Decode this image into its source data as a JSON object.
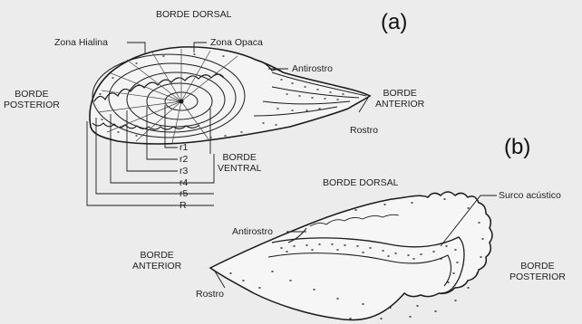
{
  "panel_a": {
    "tag": "(a)",
    "labels": {
      "dorsal": "BORDE DORSAL",
      "hyaline": "Zona Hialina",
      "opaque": "Zona Opaca",
      "antirostrum": "Antirostro",
      "posterior": "BORDE\nPOSTERIOR",
      "anterior": "BORDE\nANTERIOR",
      "rostrum": "Rostro",
      "ventral": "BORDE\nVENTRAL",
      "rings": [
        "r1",
        "r2",
        "r3",
        "r4",
        "r5",
        "R"
      ]
    }
  },
  "panel_b": {
    "tag": "(b)",
    "labels": {
      "dorsal": "BORDE DORSAL",
      "sulcus": "Surco acústico",
      "antirostrum": "Antirostro",
      "anterior": "BORDE\nANTERIOR",
      "posterior": "BORDE\nPOSTERIOR",
      "rostrum": "Rostro"
    }
  },
  "colors": {
    "ink": "#1b1b1b",
    "background": "#ececec"
  }
}
